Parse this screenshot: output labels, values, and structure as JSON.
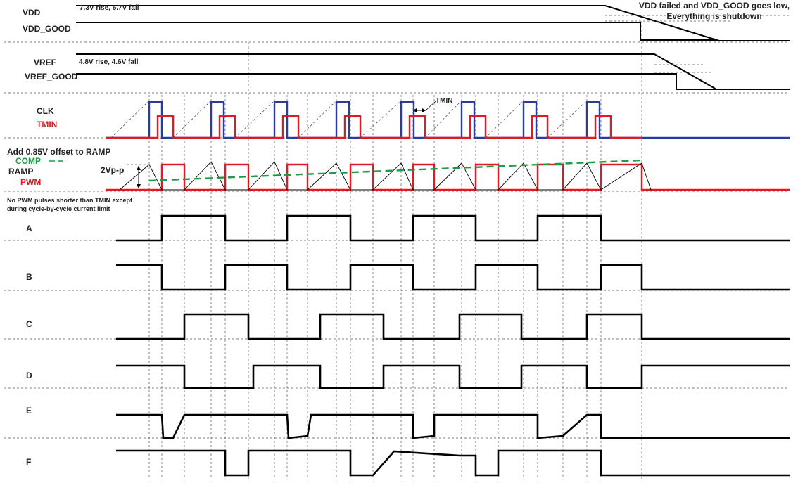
{
  "colors": {
    "signal": "#000000",
    "clk": "#2b3c9f",
    "tmin": "#e01a22",
    "pwm": "#e01a22",
    "comp": "#1e9a48",
    "ramp": "#000000",
    "guide": "#555555",
    "label_red": "#e01a22",
    "label_green": "#1e9a48"
  },
  "labels": {
    "vdd": "VDD",
    "vdd_good": "VDD_GOOD",
    "vdd_thresholds": "7.3V rise, 6.7V fall",
    "vdd_failed_note_1": "VDD failed and VDD_GOOD goes low,",
    "vdd_failed_note_2": "Everything is shutdown",
    "vref": "VREF",
    "vref_good": "VREF_GOOD",
    "vref_thresholds": "4.8V rise, 4.6V fall",
    "clk": "CLK",
    "tmin": "TMIN",
    "tmin_marker": "TMIN",
    "offset_note": "Add 0.85V offset to RAMP",
    "comp": "COMP",
    "ramp": "RAMP",
    "pwm": "PWM",
    "ramp_amplitude": "2Vp-p",
    "pwm_note_1": "No PWM pulses shorter than TMIN except",
    "pwm_note_2": "during cycle-by-cycle current limit",
    "a": "A",
    "b": "B",
    "c": "C",
    "d": "D",
    "e": "E",
    "f": "F"
  }
}
